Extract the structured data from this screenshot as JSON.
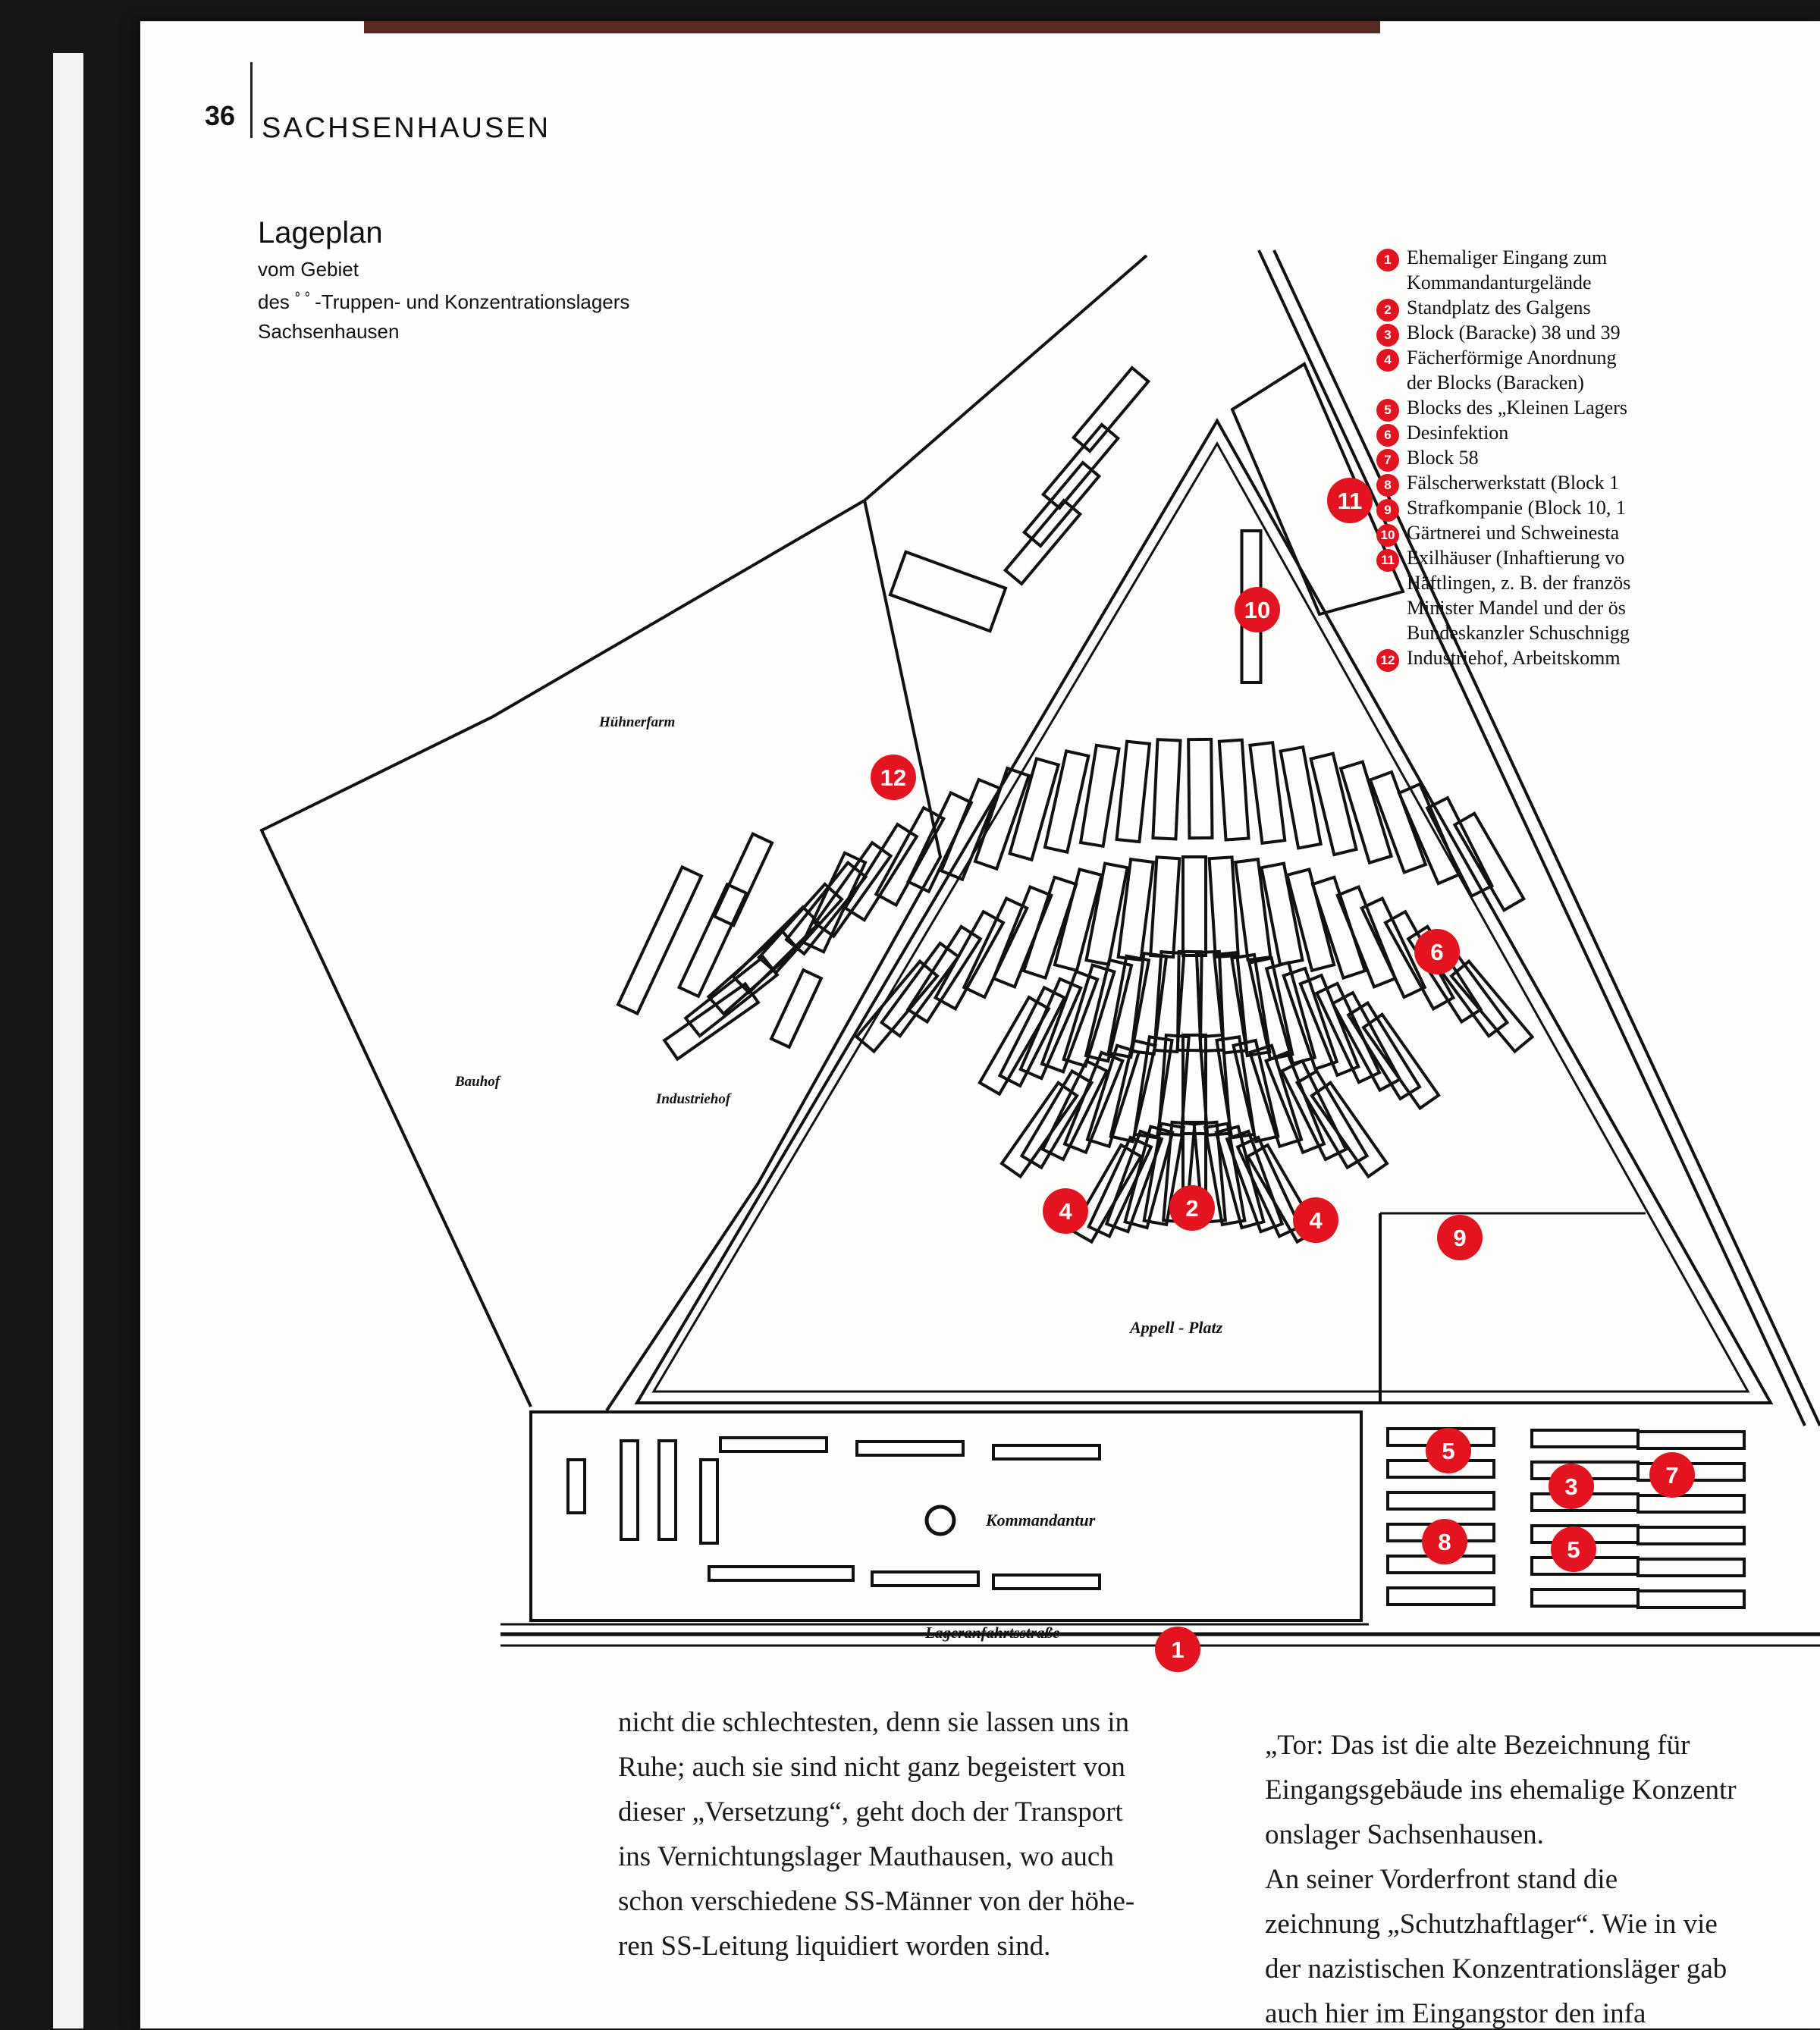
{
  "header": {
    "page_number": "36",
    "running_title": "SACHSENHAUSEN"
  },
  "caption": {
    "title": "Lageplan",
    "lines": [
      "vom Gebiet",
      "des ﾟﾟ-Truppen- und Konzentrationslagers",
      "Sachsenhausen"
    ]
  },
  "legend": [
    {
      "num": "1",
      "text": [
        "Ehemaliger Eingang zum",
        "Kommandanturgelände"
      ]
    },
    {
      "num": "2",
      "text": [
        "Standplatz des Galgens"
      ]
    },
    {
      "num": "3",
      "text": [
        "Block (Baracke) 38 und 39"
      ]
    },
    {
      "num": "4",
      "text": [
        "Fächerförmige Anordnung",
        "der Blocks (Baracken)"
      ]
    },
    {
      "num": "5",
      "text": [
        "Blocks des „Kleinen Lagers"
      ]
    },
    {
      "num": "6",
      "text": [
        "Desinfektion"
      ]
    },
    {
      "num": "7",
      "text": [
        "Block 58"
      ]
    },
    {
      "num": "8",
      "text": [
        "Fälscherwerkstatt (Block 1"
      ]
    },
    {
      "num": "9",
      "text": [
        "Strafkompanie (Block 10, 1"
      ]
    },
    {
      "num": "10",
      "text": [
        "Gärtnerei und Schweinesta"
      ]
    },
    {
      "num": "11",
      "text": [
        "Exilhäuser (Inhaftierung vo",
        "Häftlingen, z. B. der französ",
        "Minister Mandel und der ös",
        "Bundeskanzler Schuschnigg"
      ]
    },
    {
      "num": "12",
      "text": [
        "Industriehof, Arbeitskomm"
      ]
    }
  ],
  "map_labels": {
    "huehnerfarm": "Hühnerfarm",
    "bauhof": "Bauhof",
    "industriehof": "Industriehof",
    "appell_platz": "Appell - Platz",
    "kommandantur": "Kommandantur",
    "lageranfahrtsstrasse": "Lageranfahrtsstraße"
  },
  "colors": {
    "marker_red": "#e2141f",
    "ink": "#111111",
    "paper": "#fdfdfb"
  },
  "body_left": [
    "nicht die schlechtesten, denn sie lassen uns in",
    "Ruhe; auch sie sind nicht ganz begeistert von",
    "dieser „Versetzung“, geht doch der Transport",
    "ins Vernichtungslager Mauthausen, wo auch",
    "schon verschiedene SS-Männer von der höhe-",
    "ren SS-Leitung liquidiert worden sind."
  ],
  "body_right": [
    "„Tor: Das ist die alte Bezeichnung für",
    "Eingangsgebäude ins ehemalige Konzentr",
    "onslager Sachsenhausen.",
    "An seiner Vorderfront stand die",
    "zeichnung „Schutzhaftlager“. Wie in vie",
    "der nazistischen Konzentrationsläger gab",
    "auch hier im Eingangstor den infa"
  ]
}
